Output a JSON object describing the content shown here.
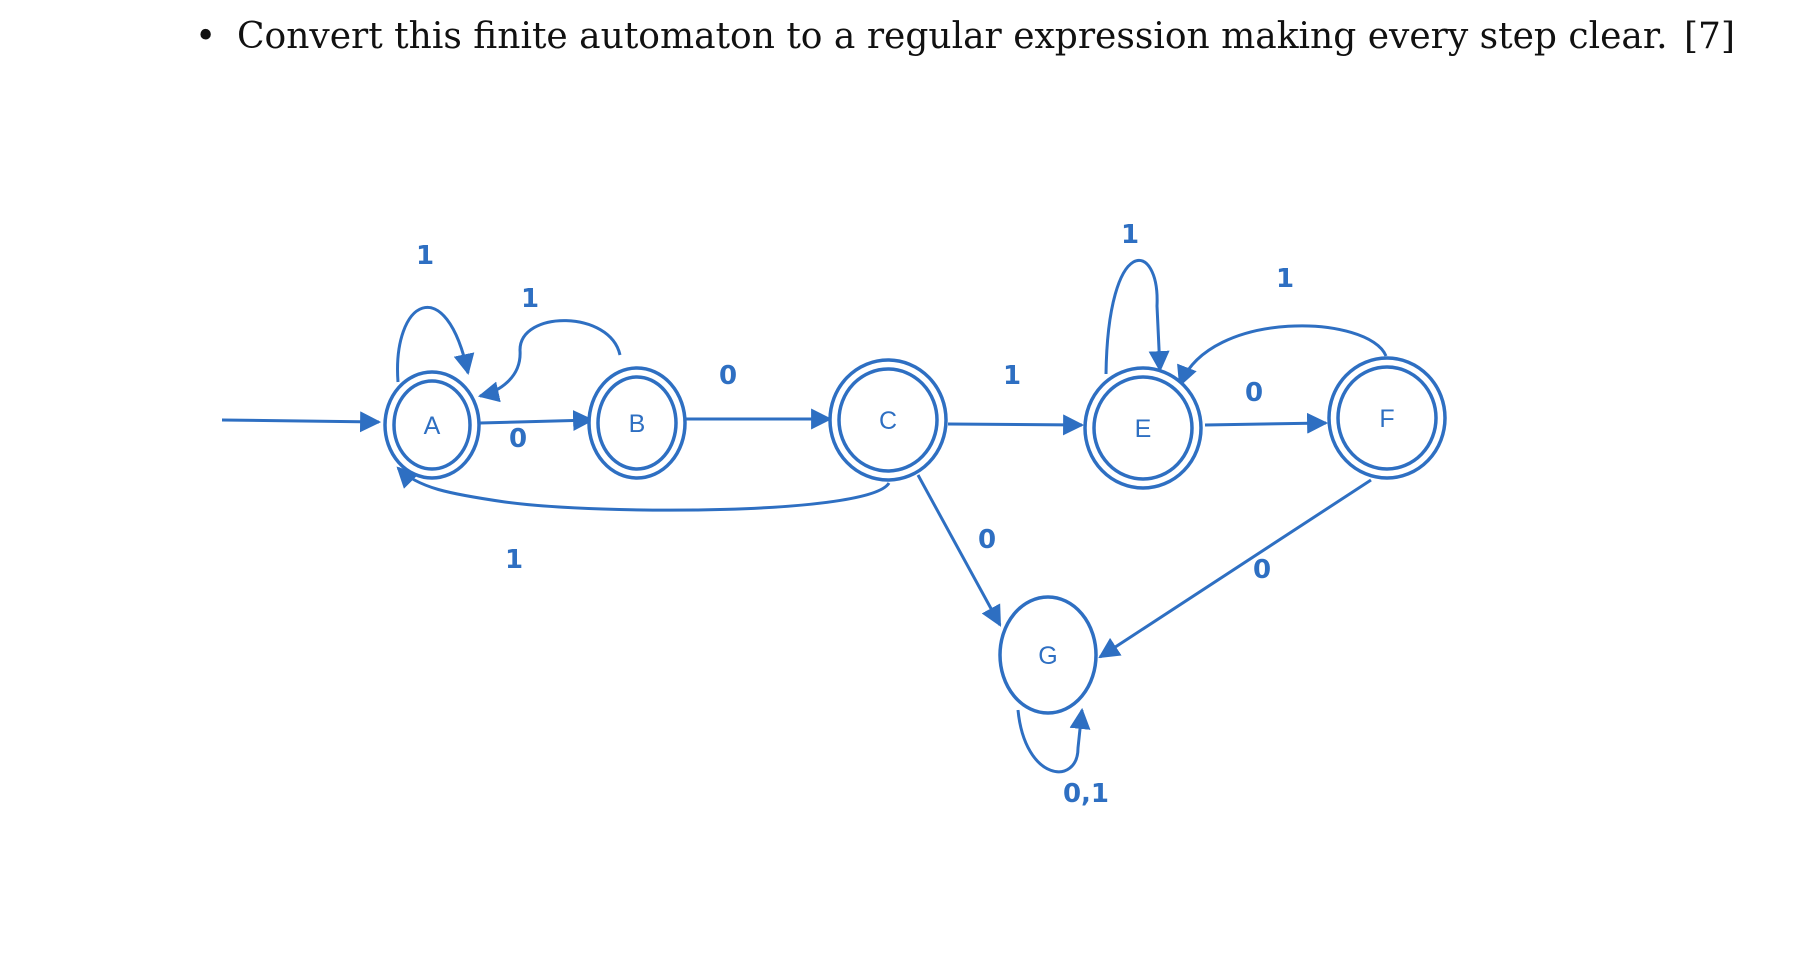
{
  "question": {
    "bullet": "•",
    "text": "Convert this finite automaton to a regular expression making every step clear.",
    "marks": "[7]"
  },
  "colors": {
    "stroke": "#2e6fc2",
    "text": "#111111"
  },
  "automaton": {
    "states": [
      {
        "id": "A",
        "label": "A",
        "accepting": true,
        "initial": true
      },
      {
        "id": "B",
        "label": "B",
        "accepting": true,
        "initial": false
      },
      {
        "id": "C",
        "label": "C",
        "accepting": true,
        "initial": false
      },
      {
        "id": "E",
        "label": "E",
        "accepting": true,
        "initial": false
      },
      {
        "id": "F",
        "label": "F",
        "accepting": true,
        "initial": false
      },
      {
        "id": "G",
        "label": "G",
        "accepting": false,
        "initial": false
      }
    ],
    "transitions": [
      {
        "from": "A",
        "to": "A",
        "label": "1"
      },
      {
        "from": "A",
        "to": "B",
        "label": "0"
      },
      {
        "from": "B",
        "to": "A",
        "label": "1"
      },
      {
        "from": "B",
        "to": "C",
        "label": "0"
      },
      {
        "from": "C",
        "to": "A",
        "label": "1"
      },
      {
        "from": "C",
        "to": "E",
        "label": "1"
      },
      {
        "from": "C",
        "to": "G",
        "label": "0"
      },
      {
        "from": "E",
        "to": "E",
        "label": "1"
      },
      {
        "from": "E",
        "to": "F",
        "label": "0"
      },
      {
        "from": "F",
        "to": "E",
        "label": "1"
      },
      {
        "from": "F",
        "to": "G",
        "label": "0"
      },
      {
        "from": "G",
        "to": "G",
        "label": "0,1"
      }
    ]
  }
}
